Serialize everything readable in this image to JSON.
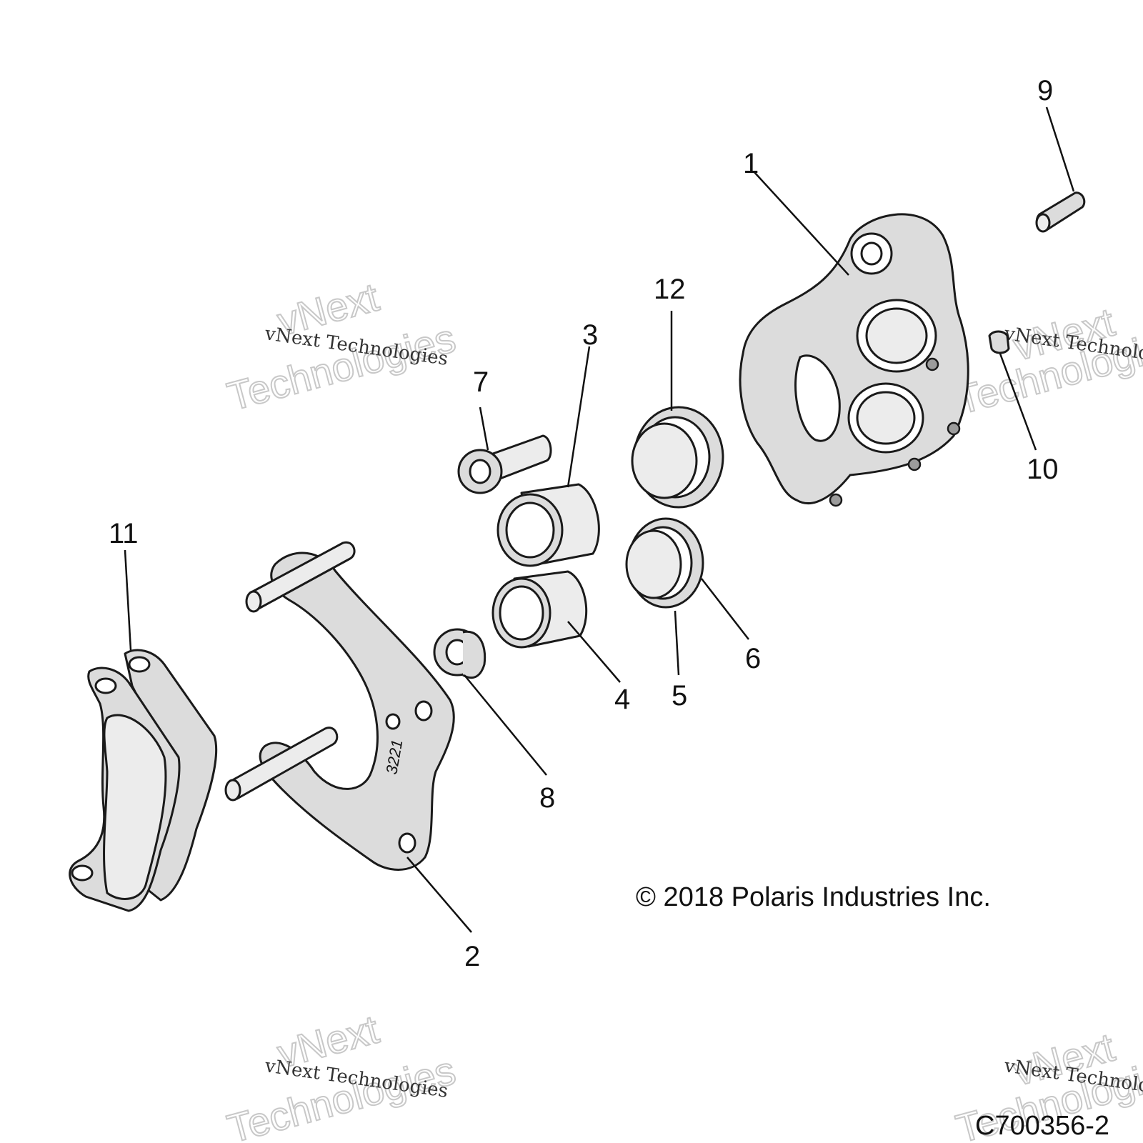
{
  "callouts": [
    {
      "id": "1",
      "label": "1"
    },
    {
      "id": "2",
      "label": "2"
    },
    {
      "id": "3",
      "label": "3"
    },
    {
      "id": "4",
      "label": "4"
    },
    {
      "id": "5",
      "label": "5"
    },
    {
      "id": "6",
      "label": "6"
    },
    {
      "id": "7",
      "label": "7"
    },
    {
      "id": "8",
      "label": "8"
    },
    {
      "id": "9",
      "label": "9"
    },
    {
      "id": "10",
      "label": "10"
    },
    {
      "id": "11",
      "label": "11"
    },
    {
      "id": "12",
      "label": "12"
    }
  ],
  "part_stamp": "3221",
  "copyright": "© 2018 Polaris Industries Inc.",
  "diagram_id": "C700356-2",
  "watermark": {
    "line_small": "vNext Technologies",
    "line_big_1": "vNext",
    "line_big_2": "Technologies"
  },
  "colors": {
    "part_fill": "#dcdcdc",
    "outline": "#1a1a1a",
    "background": "#ffffff"
  }
}
